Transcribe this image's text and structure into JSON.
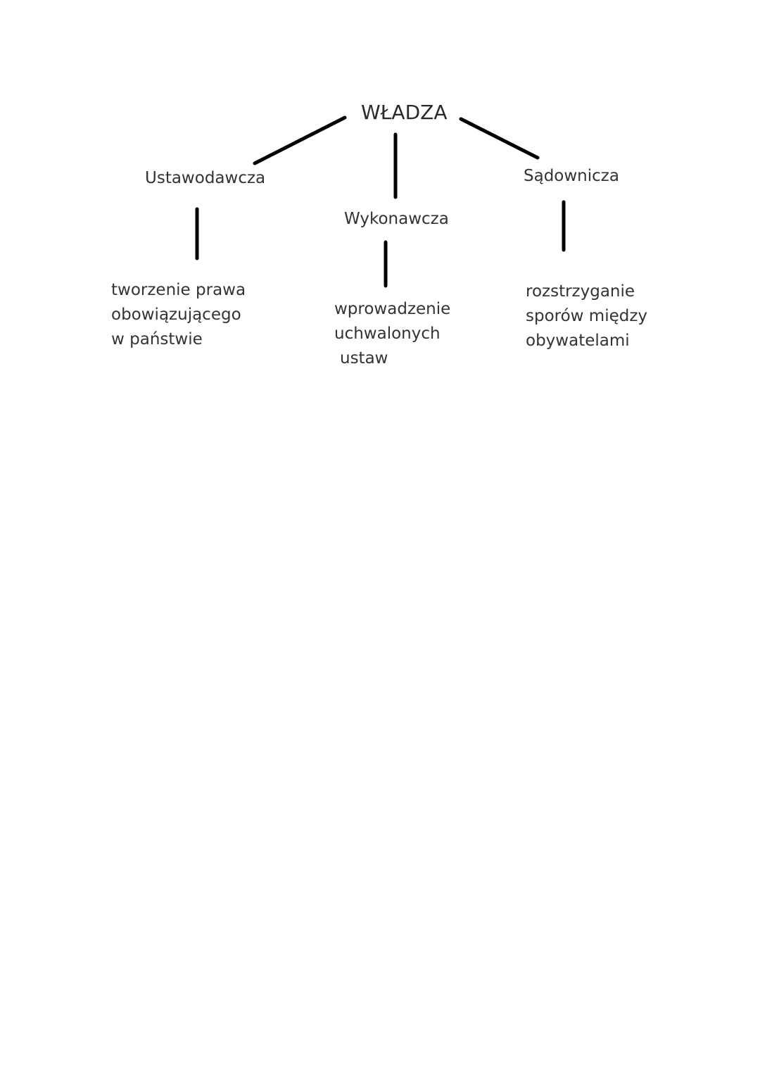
{
  "root": {
    "label": "WŁADZA"
  },
  "branches": [
    {
      "label": "Ustawodawcza",
      "description": [
        "tworzenie prawa",
        "obowiązującego",
        "w państwie"
      ]
    },
    {
      "label": "Wykonawcza",
      "description": [
        "wprowadzenie",
        "uchwalonych",
        "ustaw"
      ]
    },
    {
      "label": "Sądownicza",
      "description": [
        "rozstrzyganie",
        "sporów między",
        "obywatelami"
      ]
    }
  ],
  "colors": {
    "lines": "#000000",
    "text": "#333333"
  }
}
